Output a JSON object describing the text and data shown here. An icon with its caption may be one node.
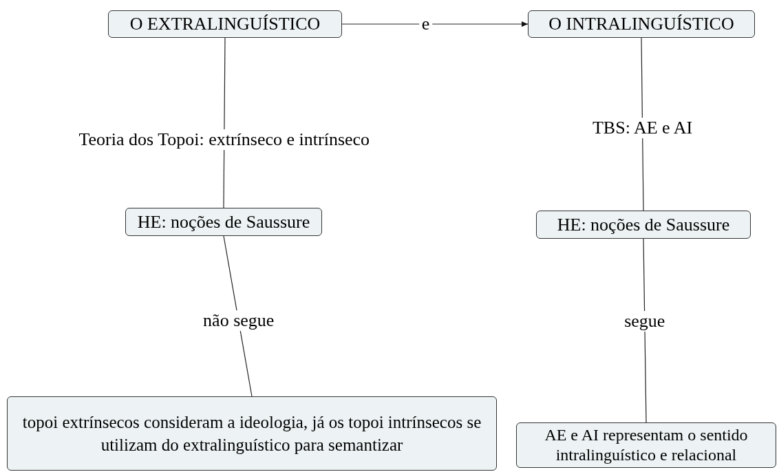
{
  "diagram": {
    "nodes": [
      {
        "text": [
          "O EXTRALINGUÍSTICO"
        ]
      },
      {
        "text": [
          "O INTRALINGUÍSTICO"
        ]
      },
      {
        "text": [
          "HE: noções de Saussure"
        ]
      },
      {
        "text": [
          "HE: noções de Saussure"
        ]
      },
      {
        "text": [
          "topoi extrínsecos consideram a ideologia, já os topoi intrínsecos se utilizam do extralinguístico para semantizar"
        ]
      },
      {
        "text": [
          "AE e AI representam o sentido intralinguístico e relacional"
        ]
      }
    ],
    "edges": [
      {
        "from": 0,
        "to": 1,
        "arrow": "to",
        "label": "e"
      },
      {
        "from": 0,
        "to": 2,
        "arrow": "none",
        "label": "Teoria dos Topoi: extrínseco e intrínseco"
      },
      {
        "from": 1,
        "to": 3,
        "arrow": "none",
        "label": "TBS: AE e AI"
      },
      {
        "from": 2,
        "to": 4,
        "arrow": "none",
        "label": "não segue"
      },
      {
        "from": 3,
        "to": 5,
        "arrow": "none",
        "label": "segue"
      }
    ]
  }
}
